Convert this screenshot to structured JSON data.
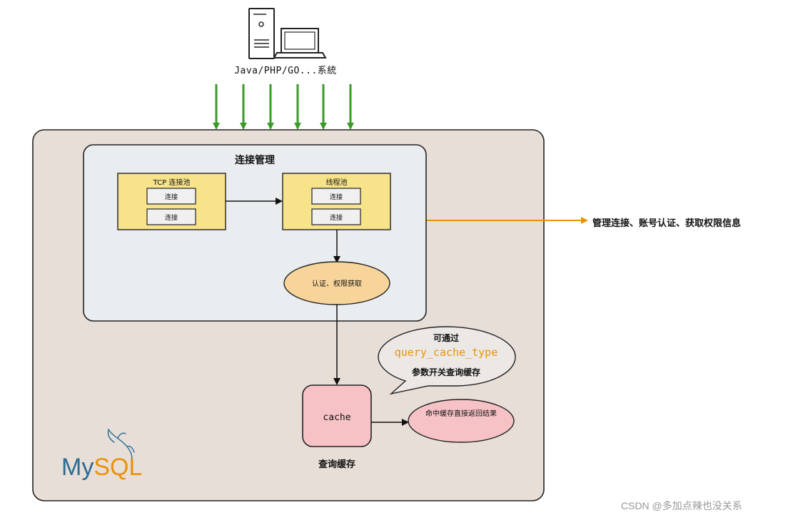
{
  "client": {
    "label": "Java/PHP/GO...系統"
  },
  "connection_management": {
    "title": "连接管理",
    "tcp_pool": {
      "title": "TCP 连接池",
      "slots": [
        "连接",
        "连接"
      ]
    },
    "thread_pool": {
      "title": "线程池",
      "slots": [
        "连接",
        "连接"
      ]
    },
    "auth": "认证、权限获取",
    "side_note": "管理连接、账号认证、获取权限信息"
  },
  "cache_bubble": {
    "line1": "可通过",
    "line2": "query_cache_type",
    "line3": "参数开关查询缓存"
  },
  "cache": {
    "label": "cache",
    "caption": "查询缓存",
    "hit": "命中缓存直接返回结果"
  },
  "logo": {
    "my": "My",
    "sql": "SQL"
  },
  "watermark": "CSDN @多加点辣也没关系",
  "colors": {
    "arrow_green": "#3a9a2a",
    "arrow_orange": "#e8920c",
    "outer_bg": "#e8ded8",
    "inner_bg": "#e9edf0",
    "pool_fill": "#f7e38a",
    "auth_fill": "#f7d59a",
    "cache_fill": "#f6c2c6",
    "logo_blue": "#2b6c94",
    "logo_orange": "#e8920c"
  }
}
